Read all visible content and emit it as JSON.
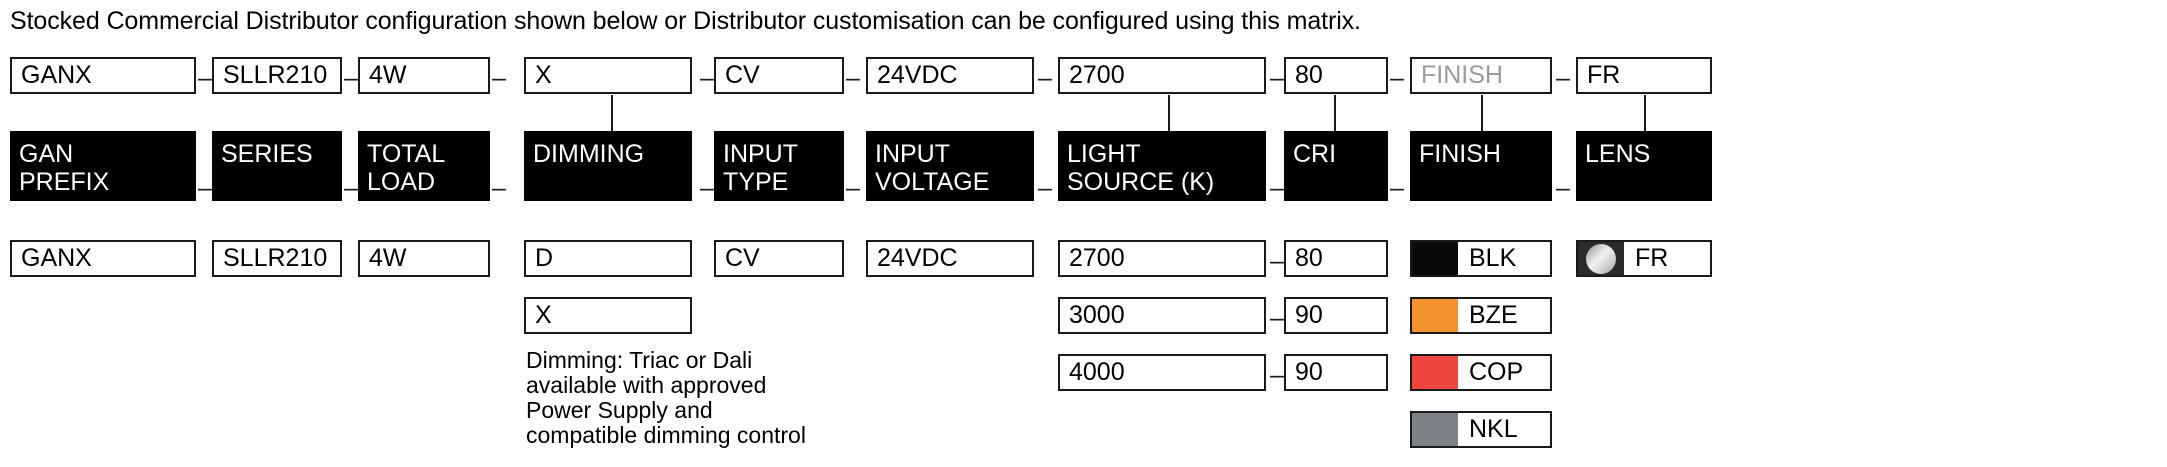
{
  "intro": {
    "text": "Stocked Commercial Distributor configuration shown below or Distributor customisation can be configured using this matrix."
  },
  "separator": {
    "dash": "–"
  },
  "code_row": {
    "name": "selected-configuration-code",
    "segments": [
      {
        "key": "gan_prefix",
        "value": "GANX",
        "muted": false
      },
      {
        "key": "series",
        "value": "SLLR210",
        "muted": false
      },
      {
        "key": "total_load",
        "value": "4W",
        "muted": false
      },
      {
        "key": "dimming",
        "value": "X",
        "muted": false
      },
      {
        "key": "input_type",
        "value": "CV",
        "muted": false
      },
      {
        "key": "input_voltage",
        "value": "24VDC",
        "muted": false
      },
      {
        "key": "light_source",
        "value": "2700",
        "muted": false
      },
      {
        "key": "cri",
        "value": "80",
        "muted": false
      },
      {
        "key": "finish",
        "value": "FINISH",
        "muted": true
      },
      {
        "key": "lens",
        "value": "FR",
        "muted": false
      }
    ]
  },
  "headers": [
    {
      "key": "gan_prefix",
      "label": "GAN\nPREFIX"
    },
    {
      "key": "series",
      "label": "SERIES"
    },
    {
      "key": "total_load",
      "label": "TOTAL\nLOAD"
    },
    {
      "key": "dimming",
      "label": "DIMMING"
    },
    {
      "key": "input_type",
      "label": "INPUT\nTYPE"
    },
    {
      "key": "input_voltage",
      "label": "INPUT\nVOLTAGE"
    },
    {
      "key": "light_source",
      "label": "LIGHT\nSOURCE (K)"
    },
    {
      "key": "cri",
      "label": "CRI"
    },
    {
      "key": "finish",
      "label": "FINISH"
    },
    {
      "key": "lens",
      "label": "LENS"
    }
  ],
  "options": {
    "gan_prefix": [
      {
        "value": "GANX"
      }
    ],
    "series": [
      {
        "value": "SLLR210"
      }
    ],
    "total_load": [
      {
        "value": "4W"
      }
    ],
    "dimming": [
      {
        "value": "D"
      },
      {
        "value": "X"
      }
    ],
    "input_type": [
      {
        "value": "CV"
      }
    ],
    "input_voltage": [
      {
        "value": "24VDC"
      }
    ],
    "light_source": [
      {
        "value": "2700"
      },
      {
        "value": "3000"
      },
      {
        "value": "4000"
      }
    ],
    "cri": [
      {
        "value": "80"
      },
      {
        "value": "90"
      },
      {
        "value": "90"
      }
    ],
    "finish": [
      {
        "value": "BLK",
        "swatch": "#0a0a0a",
        "swatch_kind": "solid"
      },
      {
        "value": "BZE",
        "swatch": "#F2912E",
        "swatch_kind": "solid"
      },
      {
        "value": "COP",
        "swatch": "#EE4540",
        "swatch_kind": "solid"
      },
      {
        "value": "NKL",
        "swatch": "#7D8289",
        "swatch_kind": "solid"
      }
    ],
    "lens": [
      {
        "value": "FR",
        "swatch": "#2b2b2b",
        "swatch_kind": "frosted"
      }
    ]
  },
  "notes": {
    "dimming": "Dimming: Triac or Dali\navailable with approved\nPower Supply and\ncompatible dimming control"
  },
  "colors": {
    "border": "#1a1a1a",
    "header_bg": "#000000",
    "header_fg": "#ffffff",
    "muted_text": "#9b9b9b"
  }
}
